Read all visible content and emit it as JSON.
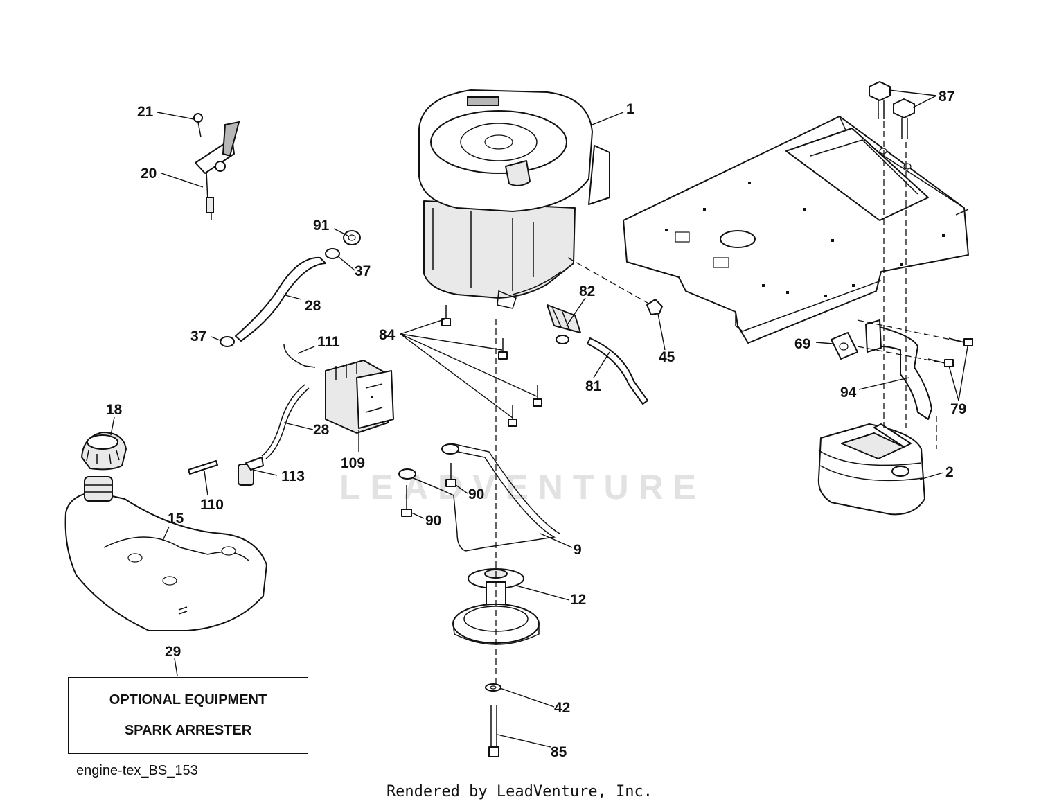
{
  "watermark": "LEADVENTURE",
  "callouts": {
    "c1": "1",
    "c2": "2",
    "c9": "9",
    "c12": "12",
    "c15": "15",
    "c18": "18",
    "c20": "20",
    "c21": "21",
    "c28a": "28",
    "c28b": "28",
    "c29": "29",
    "c37a": "37",
    "c37b": "37",
    "c42": "42",
    "c45": "45",
    "c69": "69",
    "c79": "79",
    "c81": "81",
    "c82": "82",
    "c84": "84",
    "c85": "85",
    "c87": "87",
    "c90a": "90",
    "c90b": "90",
    "c91": "91",
    "c94": "94",
    "c109": "109",
    "c110": "110",
    "c111": "111",
    "c113": "113"
  },
  "note_box": {
    "line1": "OPTIONAL EQUIPMENT",
    "line2": "SPARK ARRESTER"
  },
  "diagram_id": "engine-tex_BS_153",
  "render_credit": "Rendered by LeadVenture, Inc."
}
